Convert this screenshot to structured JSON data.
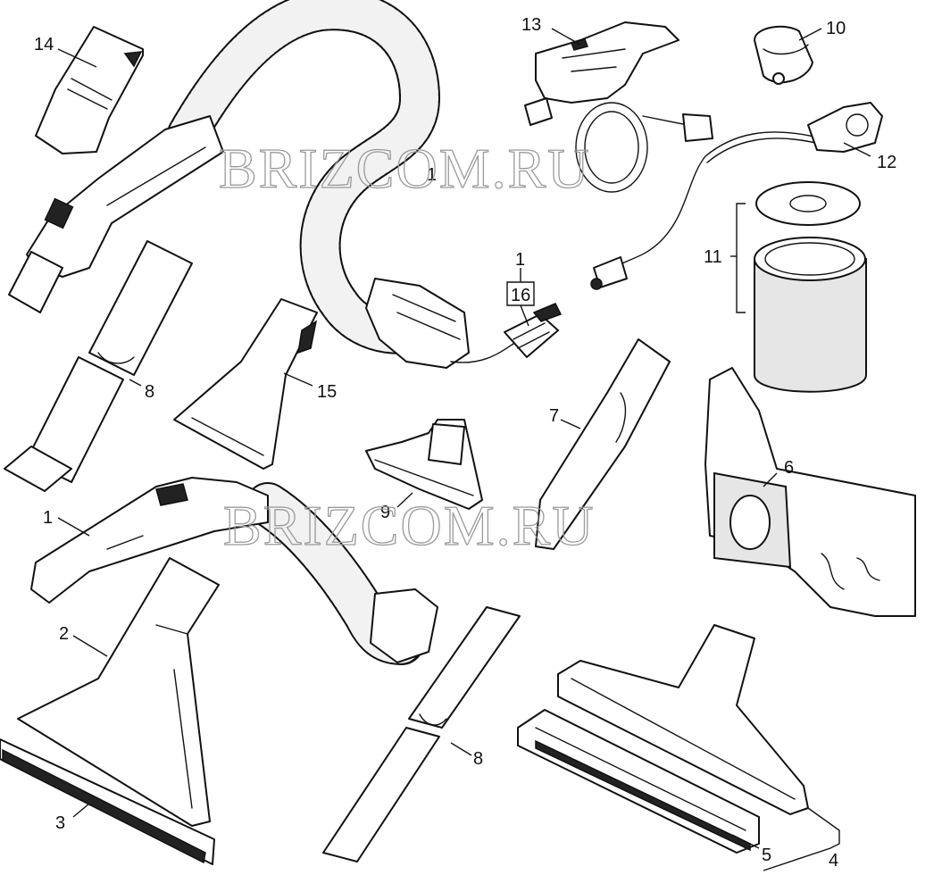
{
  "watermark": "BRIZCOM.RU",
  "callouts": {
    "c1a": "1",
    "c1b": "1",
    "c1c": "1",
    "c16": "16",
    "c2": "2",
    "c3": "3",
    "c4": "4",
    "c5": "5",
    "c6": "6",
    "c7": "7",
    "c8a": "8",
    "c8b": "8",
    "c9": "9",
    "c10": "10",
    "c11": "11",
    "c12": "12",
    "c13": "13",
    "c14": "14",
    "c15": "15"
  }
}
